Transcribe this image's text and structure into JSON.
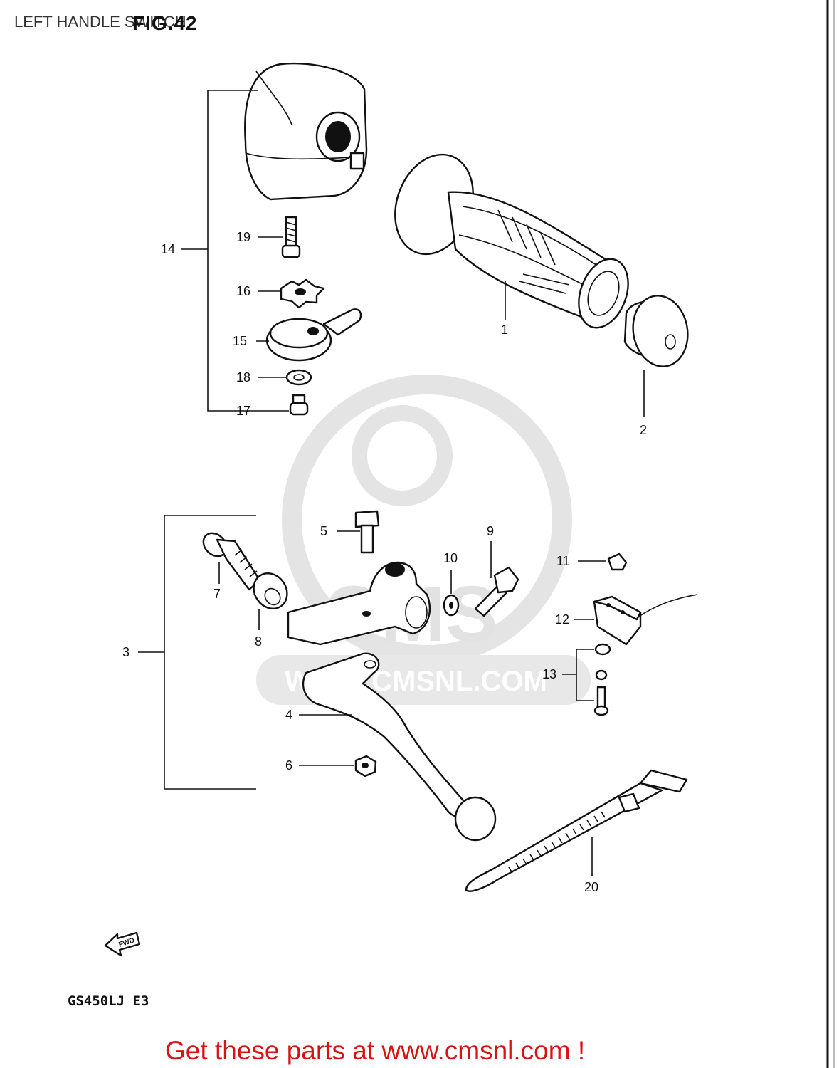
{
  "header": {
    "section_title": "LEFT HANDLE SWITCH",
    "figure_number": "FIG.42"
  },
  "model_code": "GS450LJ E3",
  "fwd_label": "FWD",
  "watermark": {
    "brand": "CMS",
    "url": "WWW.CMSNL.COM"
  },
  "callouts": {
    "c1": "1",
    "c2": "2",
    "c3": "3",
    "c4": "4",
    "c5": "5",
    "c6": "6",
    "c7": "7",
    "c8": "8",
    "c9": "9",
    "c10": "10",
    "c11": "11",
    "c12": "12",
    "c13": "13",
    "c14": "14",
    "c15": "15",
    "c16": "16",
    "c17": "17",
    "c18": "18",
    "c19": "19",
    "c20": "20"
  },
  "footer": {
    "cta": "Get these parts at www.cmsnl.com !"
  },
  "colors": {
    "cta_red": "#d81313",
    "ink": "#111111",
    "watermark_gray": "#e2e2e2"
  }
}
